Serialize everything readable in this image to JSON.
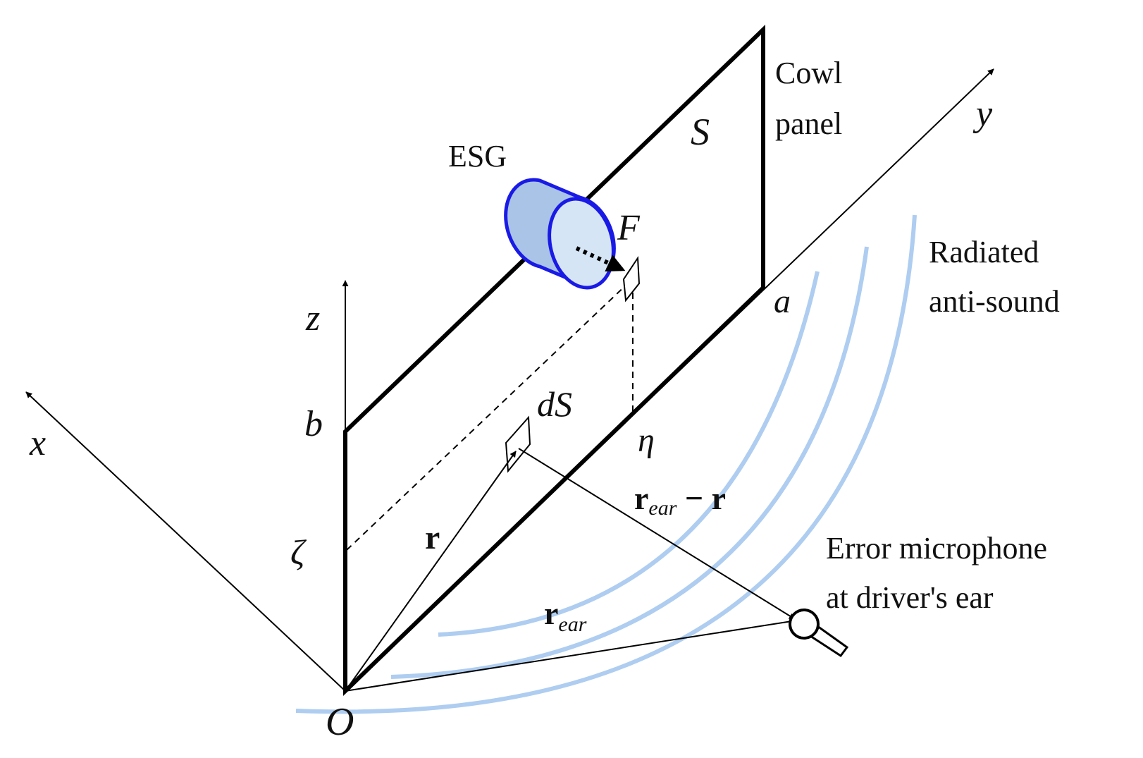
{
  "labels": {
    "cowl_line1": "Cowl",
    "cowl_line2": "panel",
    "S": "S",
    "y": "y",
    "ESG": "ESG",
    "F": "F",
    "radiated_line1": "Radiated",
    "radiated_line2": "anti-sound",
    "a": "a",
    "z": "z",
    "b": "b",
    "x": "x",
    "dS": "dS",
    "eta": "η",
    "r_ear_minus_r_r": "r",
    "r_ear_minus_r_sub": "ear",
    "r_ear_minus_r_tail": " − r",
    "r": "r",
    "zeta": "ζ",
    "error_line1": "Error microphone",
    "error_line2": "at driver's ear",
    "r_ear_r": "r",
    "r_ear_sub": "ear",
    "origin": "O"
  },
  "colors": {
    "frame": "#000000",
    "esg_stroke": "#1a1ae6",
    "esg_body": "#a9c4e6",
    "esg_face": "#d6e5f5",
    "waves": "#aecdf0"
  }
}
